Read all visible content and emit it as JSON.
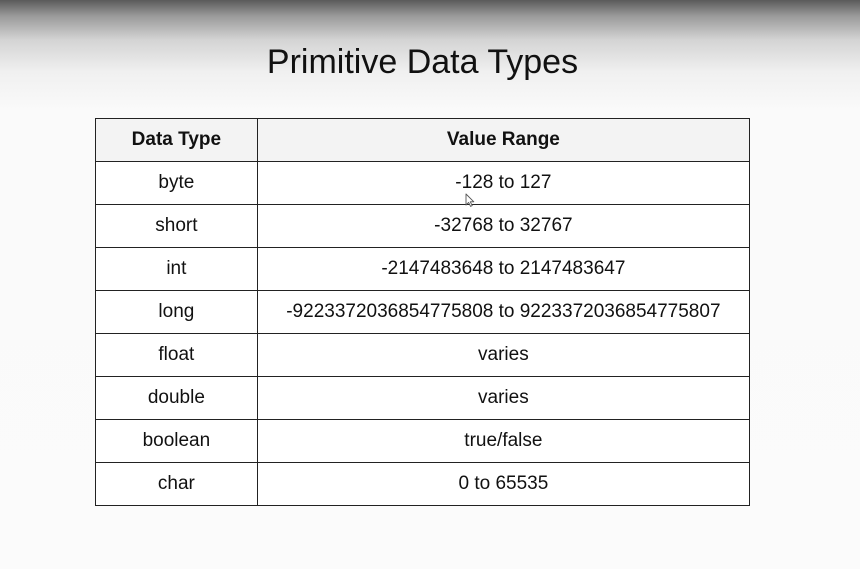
{
  "slide": {
    "title": "Primitive Data Types"
  },
  "table": {
    "headers": [
      "Data Type",
      "Value Range"
    ],
    "rows": [
      [
        "byte",
        "-128 to 127"
      ],
      [
        "short",
        "-32768 to 32767"
      ],
      [
        "int",
        "-2147483648 to 2147483647"
      ],
      [
        "long",
        "-9223372036854775808 to 9223372036854775807"
      ],
      [
        "float",
        "varies"
      ],
      [
        "double",
        "varies"
      ],
      [
        "boolean",
        "true/false"
      ],
      [
        "char",
        "0 to 65535"
      ]
    ]
  },
  "icons": {
    "cursor": "mouse-pointer-icon"
  }
}
